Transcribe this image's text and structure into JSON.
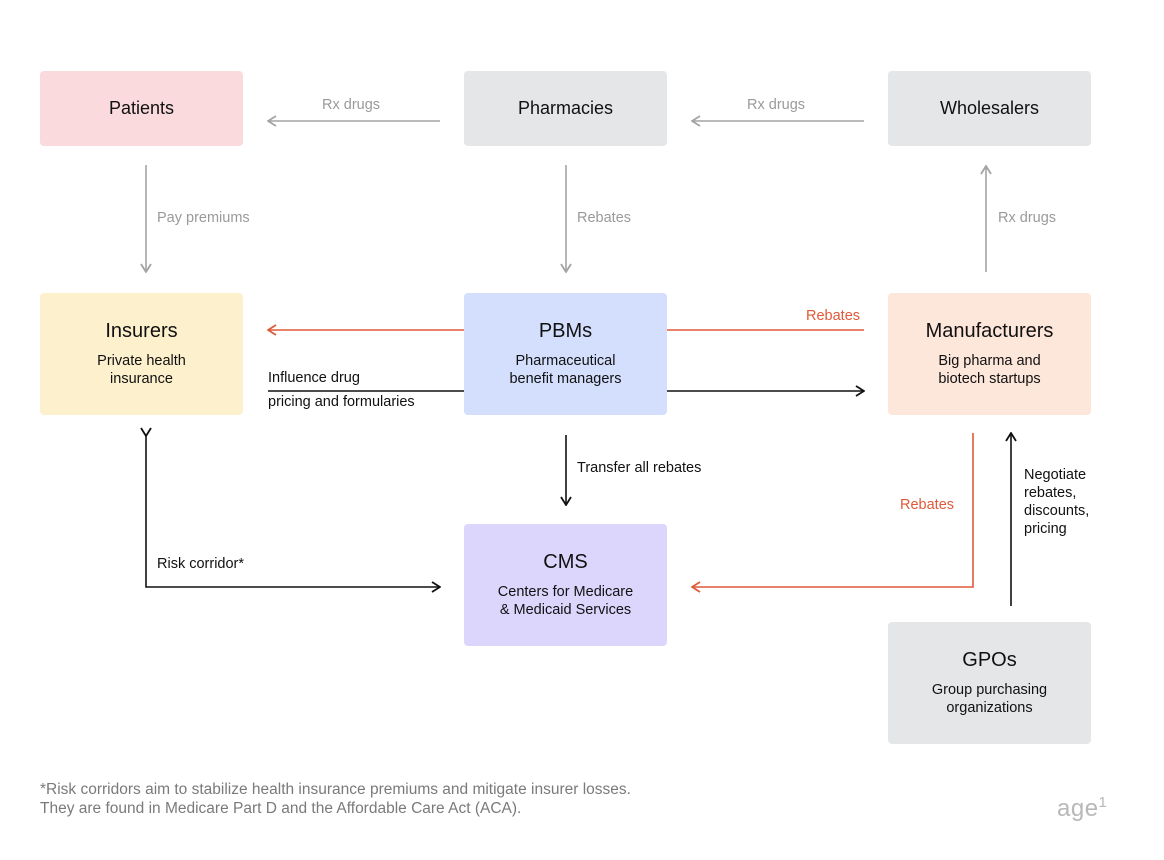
{
  "colors": {
    "gray_arrow": "#a3a3a3",
    "black_arrow": "#111111",
    "red_arrow": "#e05a3a",
    "patients_bg": "#fadadc",
    "neutral_bg": "#e5e6e8",
    "insurers_bg": "#fdf0cc",
    "pbms_bg": "#d3dffd",
    "manufacturers_bg": "#fde6da",
    "cms_bg": "#dcd6fd"
  },
  "nodes": {
    "patients": {
      "title": "Patients"
    },
    "pharmacies": {
      "title": "Pharmacies"
    },
    "wholesalers": {
      "title": "Wholesalers"
    },
    "insurers": {
      "title": "Insurers",
      "subtitle": "Private health\ninsurance"
    },
    "pbms": {
      "title": "PBMs",
      "subtitle": "Pharmaceutical\nbenefit managers"
    },
    "manufacturers": {
      "title": "Manufacturers",
      "subtitle": "Big pharma and\nbiotech startups"
    },
    "cms": {
      "title": "CMS",
      "subtitle": "Centers for Medicare\n& Medicaid Services"
    },
    "gpos": {
      "title": "GPOs",
      "subtitle": "Group purchasing\norganizations"
    }
  },
  "edges": {
    "pharmacies_to_patients": "Rx drugs",
    "wholesalers_to_pharmacies": "Rx drugs",
    "patients_to_insurers": "Pay premiums",
    "pharmacies_to_pbms": "Rebates",
    "manufacturers_to_wholesalers": "Rx drugs",
    "manufacturers_to_pbms": "Rebates",
    "pbms_to_manufacturers": "Influence drug",
    "pbms_to_manufacturers_line2": "pricing and formularies",
    "pbms_to_cms": "Transfer all rebates",
    "cms_insurers": "Risk corridor*",
    "manufacturers_to_cms": "Rebates",
    "gpos_to_manufacturers": "Negotiate\nrebates,\ndiscounts,\npricing"
  },
  "footnote": {
    "line1": "*Risk corridors aim to stabilize health insurance premiums and mitigate insurer losses.",
    "line2": "They are found in Medicare Part D and the Affordable Care Act (ACA)."
  },
  "logo": {
    "text": "age",
    "superscript": "1"
  }
}
